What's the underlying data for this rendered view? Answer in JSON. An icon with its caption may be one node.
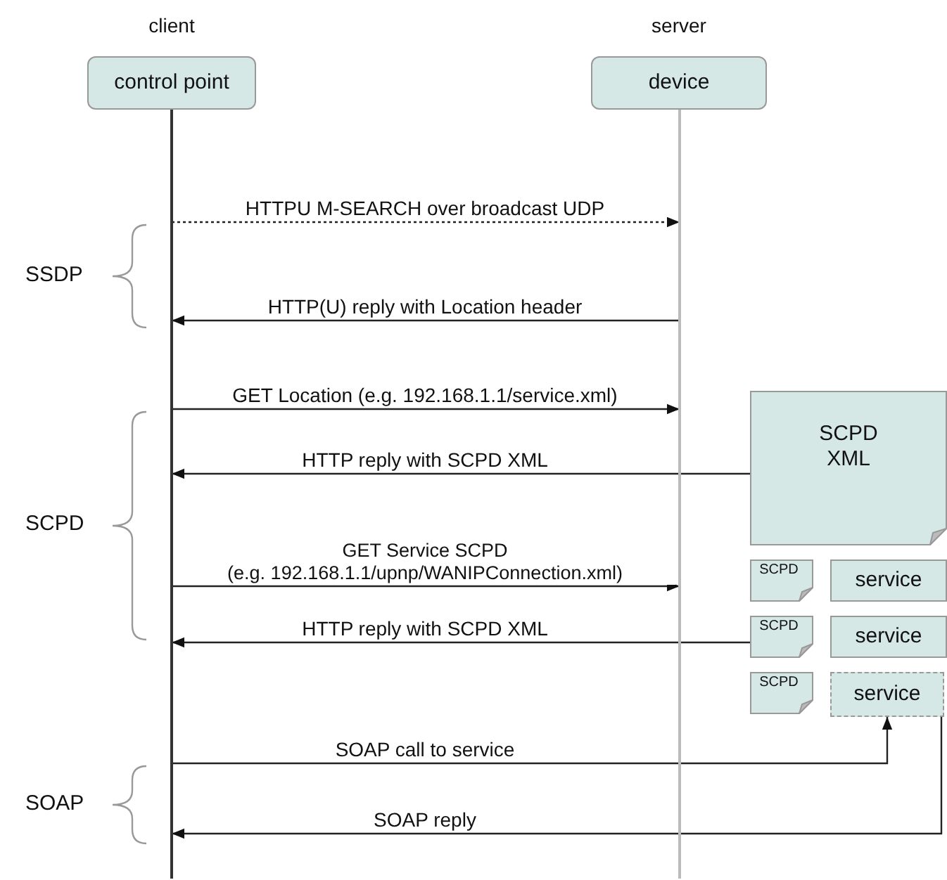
{
  "diagram": {
    "nodes": [
      {
        "text": [
          "control point"
        ],
        "beside": [
          "client"
        ]
      },
      {
        "text": [
          "device"
        ],
        "beside": [
          "server"
        ]
      },
      {
        "text": [],
        "shape": "line"
      },
      {
        "text": [],
        "shape": "line"
      },
      {
        "text": [
          "SCPD XML"
        ]
      },
      {
        "text": [
          "SCPD"
        ]
      },
      {
        "text": [
          "service"
        ]
      },
      {
        "text": [
          "SCPD"
        ]
      },
      {
        "text": [
          "service"
        ]
      },
      {
        "text": [
          "SCPD"
        ]
      },
      {
        "text": [
          "service"
        ]
      }
    ],
    "edges": [
      {
        "from": 2,
        "to": 3,
        "arrow": "to",
        "style": "dashed",
        "label": "HTTPU M-SEARCH over broadcast UDP"
      },
      {
        "from": 3,
        "to": 2,
        "arrow": "to",
        "label": "HTTP(U) reply with Location header"
      },
      {
        "from": 2,
        "to": 3,
        "arrow": "to",
        "label": "GET Location (e.g. 192.168.1.1/service.xml)"
      },
      {
        "from": 4,
        "to": 2,
        "arrow": "to",
        "label": "HTTP reply with SCPD XML"
      },
      {
        "from": 2,
        "to": 3,
        "arrow": "to",
        "label": "GET Service SCPD (e.g. 192.168.1.1/upnp/WANIPConnection.xml)"
      },
      {
        "from": 7,
        "to": 2,
        "arrow": "to",
        "label": "HTTP reply with SCPD XML"
      },
      {
        "from": 2,
        "to": 10,
        "arrow": "to",
        "label": "SOAP call to service"
      },
      {
        "from": 10,
        "to": 2,
        "arrow": "to",
        "label": "SOAP reply"
      }
    ],
    "labels": [
      "SSDP",
      "SCPD",
      "SOAP"
    ]
  }
}
